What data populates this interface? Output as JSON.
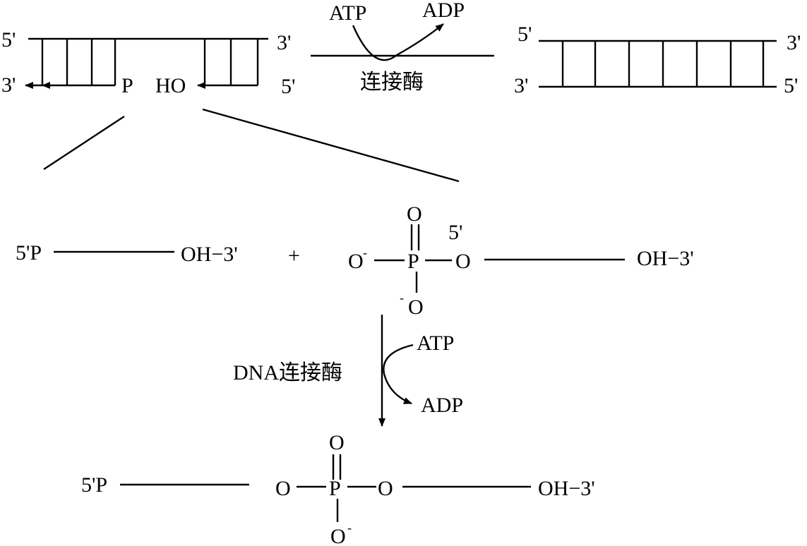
{
  "diagram": {
    "top": {
      "left_strand_labels": {
        "top_left": "5'",
        "top_right": "3'",
        "bottom_left": "3'",
        "bottom_right": "5'"
      },
      "nick_labels": {
        "phosphate": "P",
        "hydroxyl": "HO"
      },
      "reaction": {
        "in": "ATP",
        "out": "ADP",
        "enzyme": "连接酶"
      },
      "product_labels": {
        "top_left": "5'",
        "top_right": "3'",
        "bottom_left": "3'",
        "bottom_right": "5'"
      }
    },
    "middle": {
      "left_fragment": {
        "start": "5'P",
        "end": "OH−3'"
      },
      "plus": "+",
      "phosphate_group": {
        "top_o": "O",
        "p": "P",
        "left_o": "O",
        "right_o": "O",
        "bottom_o": "O",
        "minus": "-",
        "bottom_minus": "-",
        "position_label": "5'"
      },
      "right_fragment_end": "OH−3'"
    },
    "arrow": {
      "enzyme": "DNA连接酶",
      "in": "ATP",
      "out": "ADP"
    },
    "bottom": {
      "left_start": "5'P",
      "phosphate_group": {
        "top_o": "O",
        "p": "P",
        "left_o": "O",
        "right_o": "O",
        "bottom_o": "O",
        "minus": "-"
      },
      "end": "OH−3'"
    }
  }
}
